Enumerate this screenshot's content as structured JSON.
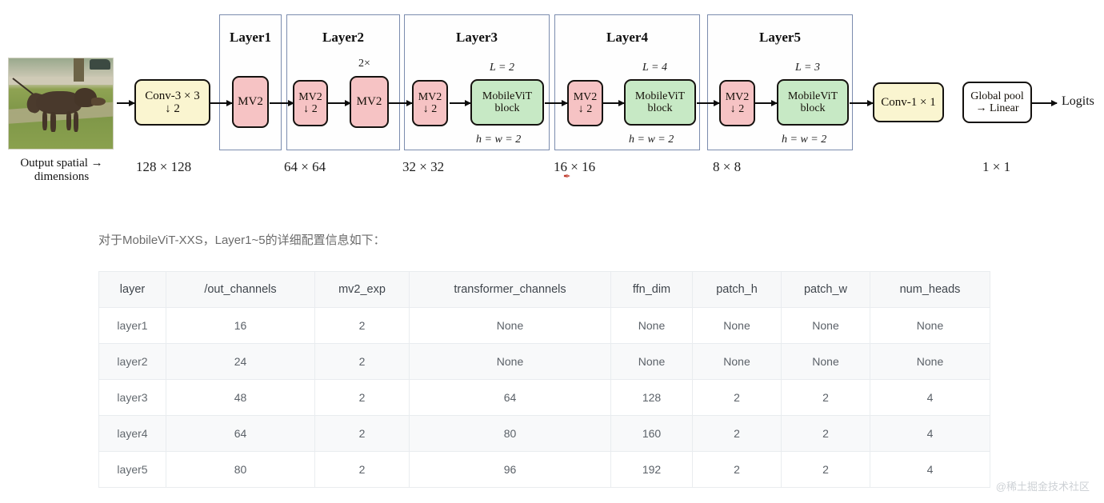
{
  "diagram": {
    "input_image_alt": "dog-on-grass-photo",
    "output_spatial_label_line1": "Output spatial →",
    "output_spatial_label_line2": "dimensions",
    "logits_label": "Logits",
    "nodes": [
      {
        "id": "conv3x3",
        "line1": "Conv-3 × 3",
        "line2": "↓ 2",
        "color": "#faf5d0"
      },
      {
        "id": "layer1-mv2",
        "line1": "MV2",
        "line2": "",
        "color": "#f6c3c4"
      },
      {
        "id": "layer2-mv2-down",
        "line1": "MV2",
        "line2": "↓ 2",
        "color": "#f6c3c4"
      },
      {
        "id": "layer2-mv2",
        "line1": "MV2",
        "line2": "",
        "color": "#f6c3c4"
      },
      {
        "id": "layer3-mv2-down",
        "line1": "MV2",
        "line2": "↓ 2",
        "color": "#f6c3c4"
      },
      {
        "id": "layer3-vit",
        "line1": "MobileViT",
        "line2": "block",
        "color": "#c7e9c5"
      },
      {
        "id": "layer4-mv2-down",
        "line1": "MV2",
        "line2": "↓ 2",
        "color": "#f6c3c4"
      },
      {
        "id": "layer4-vit",
        "line1": "MobileViT",
        "line2": "block",
        "color": "#c7e9c5"
      },
      {
        "id": "layer5-mv2-down",
        "line1": "MV2",
        "line2": "↓ 2",
        "color": "#f6c3c4"
      },
      {
        "id": "layer5-vit",
        "line1": "MobileViT",
        "line2": "block",
        "color": "#c7e9c5"
      },
      {
        "id": "conv1x1",
        "line1": "Conv-1 × 1",
        "line2": "",
        "color": "#faf5d0"
      },
      {
        "id": "head",
        "line1": "Global pool",
        "line2": "→ Linear",
        "color": "#ffffff"
      }
    ],
    "layer_groups": [
      {
        "id": "layer1",
        "title": "Layer1"
      },
      {
        "id": "layer2",
        "title": "Layer2"
      },
      {
        "id": "layer3",
        "title": "Layer3"
      },
      {
        "id": "layer4",
        "title": "Layer4"
      },
      {
        "id": "layer5",
        "title": "Layer5"
      }
    ],
    "annotations": {
      "layer2_repeat": "2×",
      "layer3_L": "L = 2",
      "layer3_hw": "h = w = 2",
      "layer4_L": "L = 4",
      "layer4_hw": "h = w = 2",
      "layer5_L": "L = 3",
      "layer5_hw": "h = w = 2"
    },
    "spatial_dims": [
      "128 × 128",
      "64 × 64",
      "32 × 32",
      "16 × 16",
      "8 × 8",
      "1 × 1"
    ]
  },
  "caption": "对于MobileViT-XXS，Layer1~5的详细配置信息如下：",
  "table": {
    "headers": [
      "layer",
      "/out_channels",
      "mv2_exp",
      "transformer_channels",
      "ffn_dim",
      "patch_h",
      "patch_w",
      "num_heads"
    ],
    "rows": [
      [
        "layer1",
        "16",
        "2",
        "None",
        "None",
        "None",
        "None",
        "None"
      ],
      [
        "layer2",
        "24",
        "2",
        "None",
        "None",
        "None",
        "None",
        "None"
      ],
      [
        "layer3",
        "48",
        "2",
        "64",
        "128",
        "2",
        "2",
        "4"
      ],
      [
        "layer4",
        "64",
        "2",
        "80",
        "160",
        "2",
        "2",
        "4"
      ],
      [
        "layer5",
        "80",
        "2",
        "96",
        "192",
        "2",
        "2",
        "4"
      ]
    ]
  },
  "watermark": "@稀土掘金技术社区"
}
